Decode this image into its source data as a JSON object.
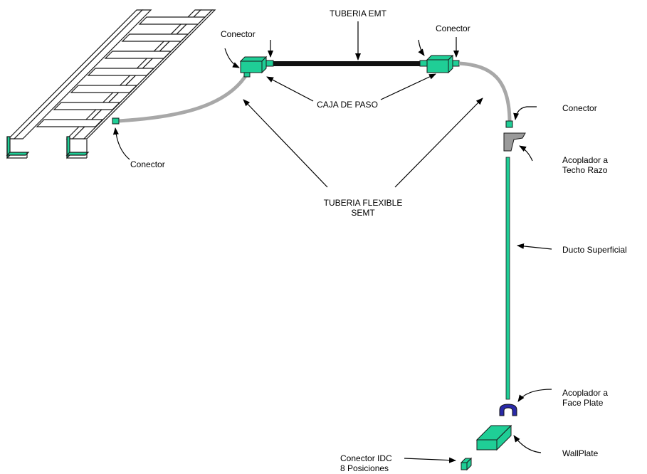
{
  "labels": {
    "tuberia_emt": "TUBERIA EMT",
    "conector_left": "Conector",
    "conector_right": "Conector",
    "conector_ceiling": "Conector",
    "conector_tray": "Conector",
    "caja_de_paso": "CAJA DE PASO",
    "tuberia_flexible": [
      "TUBERIA FLEXIBLE",
      "SEMT"
    ],
    "acoplador_techo": [
      "Acoplador a",
      "Techo Razo"
    ],
    "ducto_superficial": "Ducto Superficial",
    "acoplador_face": [
      "Acoplador a",
      "Face Plate"
    ],
    "wallplate": "WallPlate",
    "conector_idc": [
      "Conector IDC",
      "8 Posiciones"
    ]
  },
  "colors": {
    "component_fill": "#1FCE96",
    "component_stroke": "#1a1a1a",
    "flex_conduit": "#a8a8a8",
    "emt_conduit": "#111111",
    "coupler_gray": "#9a9a9a",
    "faceplate_coupler": "#2a2aa8"
  }
}
